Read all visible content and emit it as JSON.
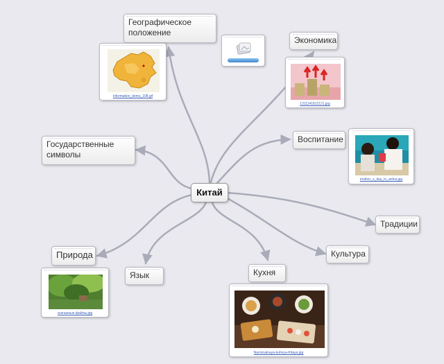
{
  "center": "Китай",
  "branches": {
    "geo": "Географическое положение",
    "economy": "Экономика",
    "symbols": "Государственные символы",
    "upbringing": "Воспитание",
    "traditions": "Традиции",
    "nature": "Природа",
    "language": "Язык",
    "cuisine": "Кухня",
    "culture": "Культура"
  },
  "images": {
    "geo": "information_items_108.gif",
    "economy": "1311141812121.jpg",
    "upbringing": "mother_s_day_in_anhui.jpg",
    "nature": "скачанные файлы.jpg",
    "cuisine": "Nacionalnaya-kuhnya-Kitaya.jpg"
  },
  "colors": {
    "background": "#e9e9ef",
    "link": "#a9abb8",
    "caption": "#3b5fb8"
  }
}
